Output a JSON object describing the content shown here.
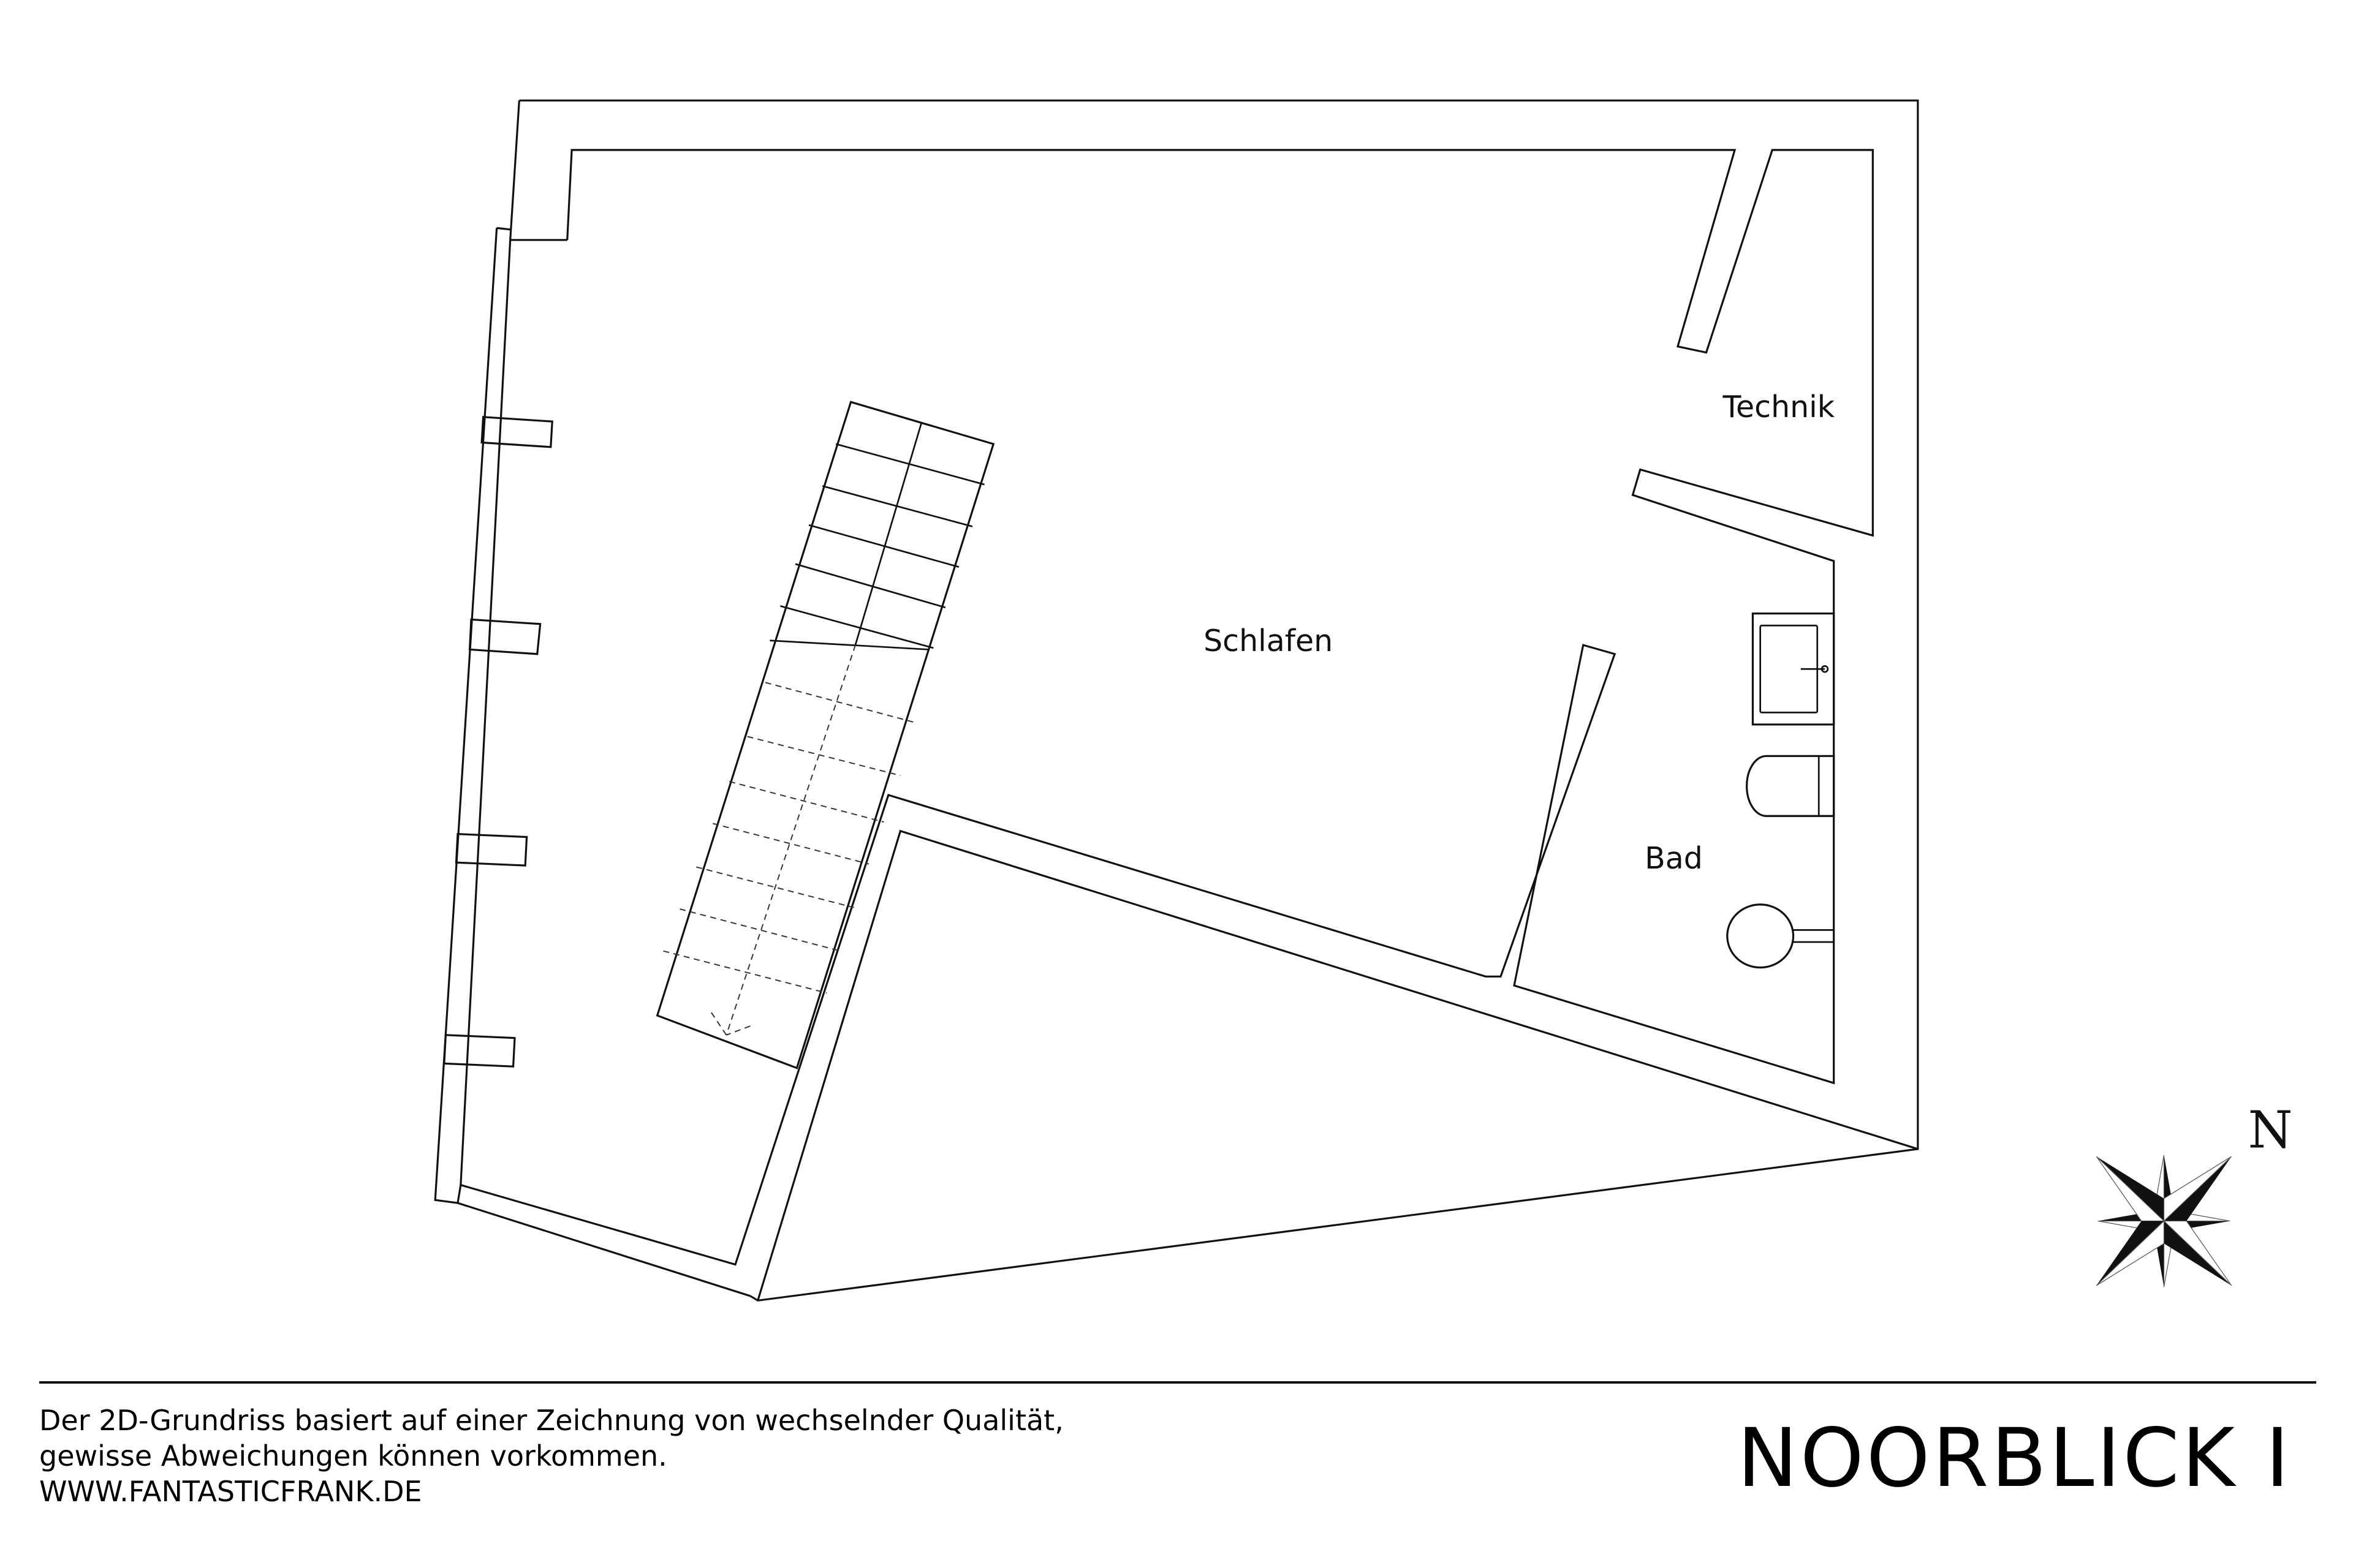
{
  "floorplan": {
    "rooms": [
      {
        "id": "schlafen",
        "label": "Schlafen"
      },
      {
        "id": "technik",
        "label": "Technik"
      },
      {
        "id": "bad",
        "label": "Bad"
      }
    ],
    "fixtures": [
      "washbasin",
      "toilet",
      "shower-head",
      "staircase"
    ],
    "compass": {
      "label": "N"
    }
  },
  "footer": {
    "disclaimer_lines": [
      "Der 2D-Grundriss basiert auf einer Zeichnung von wechselnder Qualität,",
      "gewisse Abweichungen können vorkommen.",
      "WWW.FANTASTICFRANK.DE"
    ],
    "project_title": "NOORBLICK I"
  },
  "colors": {
    "line": "#111111",
    "background": "#ffffff"
  }
}
